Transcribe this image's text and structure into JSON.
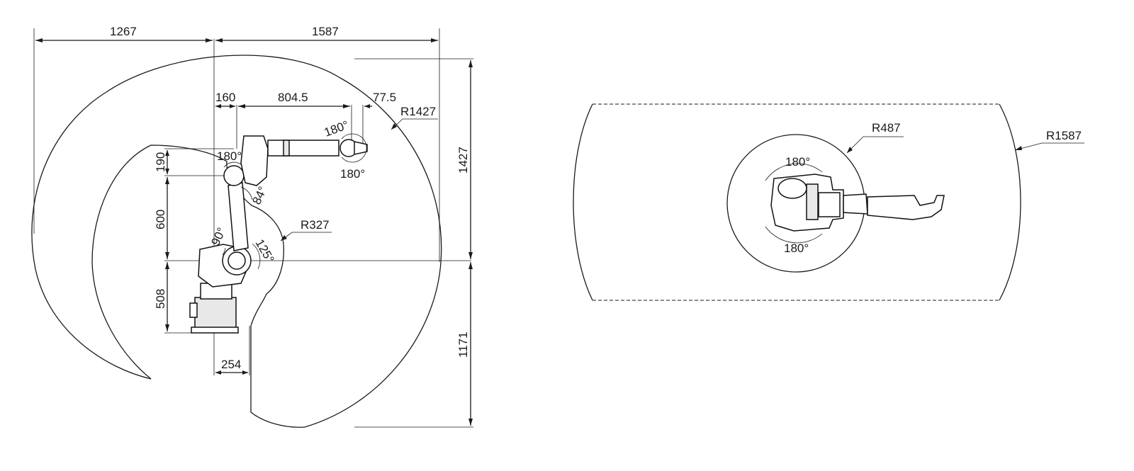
{
  "side_view": {
    "dim_left_reach": "1267",
    "dim_right_reach": "1587",
    "dim_shoulder_offset": "160",
    "dim_upper_arm": "804.5",
    "dim_wrist_offset": "77.5",
    "radius_max": "R1427",
    "dim_total_height_top": "1427",
    "dim_total_height_bottom": "1171",
    "dim_forearm_offset": "190",
    "dim_lower_arm": "600",
    "dim_base_height": "508",
    "dim_base_offset": "254",
    "radius_min": "R327",
    "angle_wrist_top": "180°",
    "angle_wrist_bottom": "180°",
    "angle_elbow": "180°",
    "angle_elbow_lower": "84°",
    "angle_shoulder_back": "90°",
    "angle_shoulder_front": "125°"
  },
  "top_view": {
    "radius_outer": "R1587",
    "radius_inner": "R487",
    "angle_top": "180°",
    "angle_bottom": "180°"
  }
}
